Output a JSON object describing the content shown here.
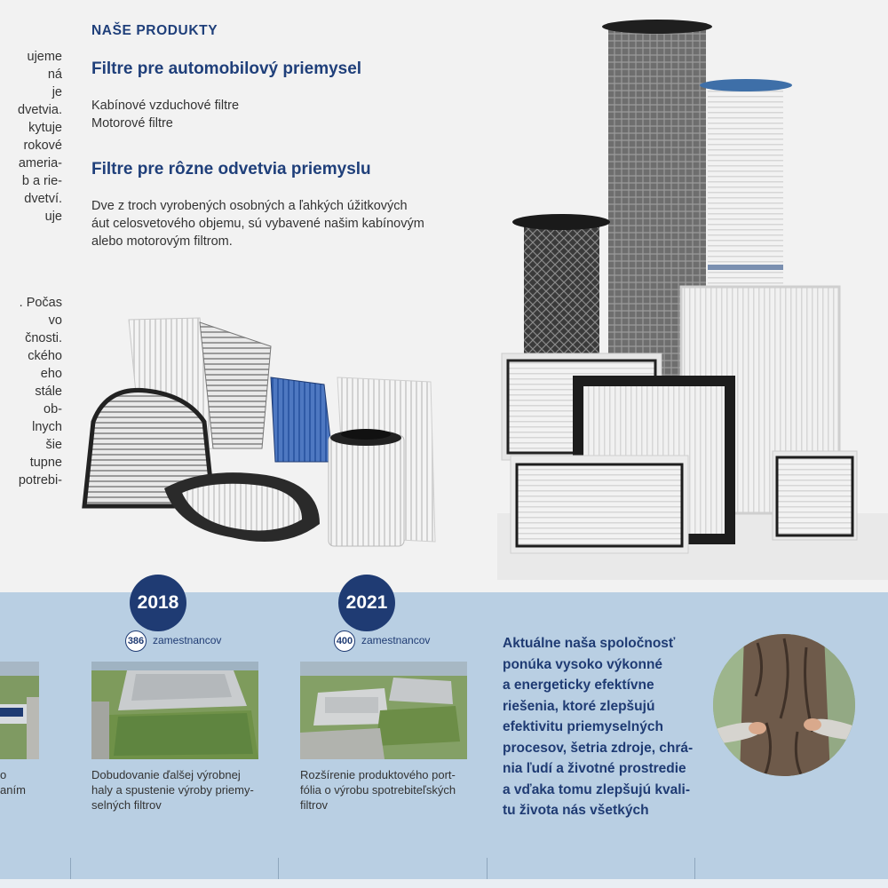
{
  "left_column": {
    "lines_top": [
      "ujeme",
      "ná",
      "je",
      "dvetvia.",
      "kytuje",
      "rokové",
      "ameria-",
      "b a rie-",
      "dvetví.",
      "uje"
    ],
    "lines_bottom": [
      ". Počas",
      "vo",
      "čnosti.",
      "ckého",
      "eho",
      "stále",
      "ob-",
      "lnych",
      "šie",
      "tupne",
      "potrebi-"
    ]
  },
  "section": {
    "kicker": "NAŠE PRODUKTY",
    "heading_auto": "Filtre pre automobilový priemysel",
    "auto_items": [
      "Kabínové vzduchové filtre",
      "Motorové filtre"
    ],
    "heading_industry": "Filtre pre rôzne odvetvia priemyslu",
    "industry_text": [
      "Dve z troch vyrobených osobných a ľahkých úžitkových",
      "áut celosvetového objemu, sú vybavené našim kabínovým",
      "alebo motorovým filtrom."
    ]
  },
  "timeline": [
    {
      "year": "2018",
      "employees": "386",
      "employees_label": "zamestnancov",
      "caption": [
        "Dobudovanie ďalšej výrobnej",
        "haly a spustenie výroby priemy-",
        "selných filtrov"
      ]
    },
    {
      "year": "2021",
      "employees": "400",
      "employees_label": "zamestnancov",
      "caption": [
        "Rozšírenie produktového port-",
        "fólia o výrobu spotrebiteľských",
        "filtrov"
      ]
    }
  ],
  "left_caption_fragment": [
    "o",
    "aním"
  ],
  "quote": [
    "Aktuálne naša spoločnosť",
    "ponúka vysoko výkonné",
    "a energeticky efektívne",
    "riešenia, ktoré zlepšujú",
    "efektivitu priemyselných",
    "procesov, šetria zdroje, chrá-",
    "nia ľudí a životné prostredie",
    "a vďaka tomu zlepšujú kvali-",
    "tu života nás všetkých"
  ],
  "colors": {
    "accent": "#1f3b73",
    "band": "#b9cfe3",
    "background": "#f2f2f2"
  }
}
